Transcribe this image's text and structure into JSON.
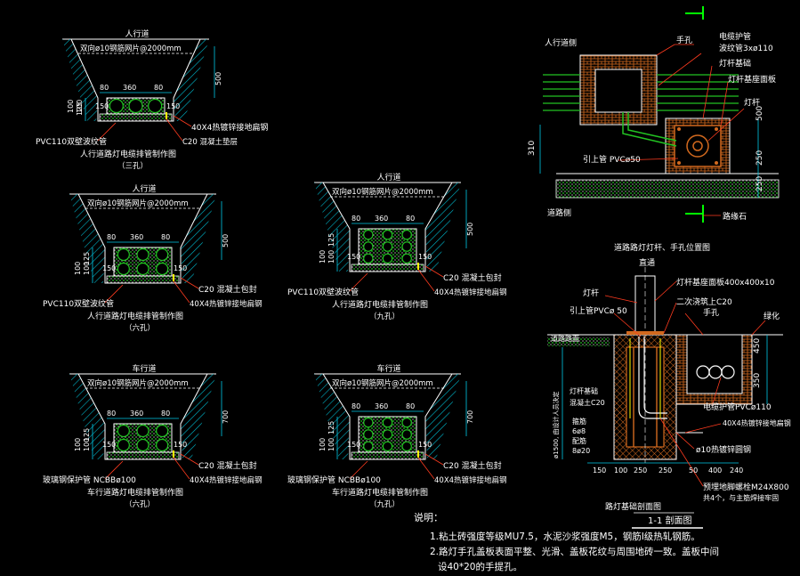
{
  "colors": {
    "background": "#000000",
    "line": "#ffffff",
    "hatch": "#00b4c8",
    "dim": "#00c8e6",
    "fill": "#d2691e",
    "concrete": "#22c322",
    "road": "#2ad12a",
    "label": "#ffffff",
    "leader": "#ff3b1f",
    "accent": "#ffff00"
  },
  "sections": [
    {
      "top_label": "人行道",
      "mesh_label": "双向ø10钢筋网片@2000mm",
      "dims_top": [
        "80",
        "360",
        "80"
      ],
      "dim_side_right": "500",
      "dims_left": [
        "125",
        "100",
        "100"
      ],
      "left_extra": "150",
      "right_extra": "150",
      "note_right_1": "40X4热镀锌接地扁钢",
      "note_right_2": "C20  混凝土垫层",
      "note_left": "PVC110双壁波纹管",
      "title": "人行道路灯电缆排管制作图",
      "holes": "（三孔）"
    },
    {
      "top_label": "人行道",
      "mesh_label": "双向ø10钢筋网片@2000mm",
      "dims_top": [
        "80",
        "360",
        "80"
      ],
      "dim_side_right": "500",
      "dims_left": [
        "125",
        "100",
        "100"
      ],
      "left_extra": "150",
      "right_extra": "150",
      "note_right_1": "C20  混凝土包封",
      "note_right_2": "40X4热镀锌接地扁钢",
      "note_left": "PVC110双壁波纹管",
      "title": "人行道路灯电缆排管制作图",
      "holes": "（六孔）"
    },
    {
      "top_label": "人行道",
      "mesh_label": "双向ø10钢筋网片@2000mm",
      "dims_top": [
        "80",
        "360",
        "80"
      ],
      "dim_side_right": "500",
      "dims_left": [
        "125",
        "100",
        "100"
      ],
      "left_extra": "150",
      "right_extra": "150",
      "note_right_1": "C20  混凝土包封",
      "note_right_2": "40X4热镀锌接地扁钢",
      "note_left": "PVC110双壁波纹管",
      "title": "人行道路灯电缆排管制作图",
      "holes": "（九孔）"
    },
    {
      "top_label": "车行道",
      "mesh_label": "双向ø10钢筋网片@2000mm",
      "dims_top": [
        "80",
        "360",
        "80"
      ],
      "dim_side_right": "700",
      "dims_left": [
        "125",
        "100",
        "100"
      ],
      "left_extra": "150",
      "right_extra": "150",
      "note_right_1": "C20  混凝土包封",
      "note_right_2": "40X4热镀锌接地扁钢",
      "note_left": "玻璃钢保护管 NCBBø100",
      "title": "车行道路灯电缆排管制作图",
      "holes": "（六孔）"
    },
    {
      "top_label": "车行道",
      "mesh_label": "双向ø10钢筋网片@2000mm",
      "dims_top": [
        "80",
        "360",
        "80"
      ],
      "dim_side_right": "700",
      "dims_left": [
        "125",
        "100",
        "100"
      ],
      "left_extra": "150",
      "right_extra": "150",
      "note_right_1": "C20  混凝土包封",
      "note_right_2": "40X4热镀锌接地扁钢",
      "note_left": "玻璃钢保护管 NCBBø100",
      "title": "车行道路灯电缆排管制作图",
      "holes": "（九孔）"
    }
  ],
  "plan": {
    "label_sidewalk_side": "人行道侧",
    "label_handhole": "手孔",
    "label_cable_pipe": "电缆护管",
    "label_cable_pipe_spec": "波纹管3xø110",
    "label_lamp_foundation": "灯杆基础",
    "label_base_plate": "灯杆基座面板",
    "label_lamp_pole": "灯杆",
    "label_pipe_up": "引上管  PVCø50",
    "label_road_side": "道路侧",
    "label_curb": "路缘石",
    "dim_500": "500",
    "dim_250_a": "250",
    "dim_250_b": "250",
    "dim_310": "310",
    "title": "道路路灯灯杆、手孔位置图"
  },
  "elevation": {
    "label_straight": "直通",
    "label_lamp_pole": "灯杆",
    "label_base_plate": "灯杆基座面板400x400x10",
    "label_pipe_up": "引上管PVCø 50",
    "label_secondary_concrete": "二次浇筑上C20",
    "label_handhole": "手孔",
    "label_greenbelt": "绿化",
    "label_road_surface": "道路路面",
    "label_depth": "ø1500, 由设计人员决定",
    "label_foundation_concrete_1": "灯杆基础",
    "label_foundation_concrete_2": "混凝土C20",
    "label_stirrup_1": "箍筋",
    "label_stirrup_2": "6ø8",
    "label_main_bar_1": "配筋",
    "label_main_bar_2": "8ø20",
    "label_cable_pipe": "电缆护管PVCø110",
    "label_ground_flat": "40X4热镀锌接地扁钢",
    "label_ground_rod": "ø10热镀锌圆钢",
    "label_anchor_1": "预埋地脚螺栓M24X800",
    "label_anchor_2": "共4个，与主筋焊接牢固",
    "dims_bottom": [
      "150",
      "100",
      "250",
      "250",
      "50",
      "400",
      "240"
    ],
    "dim_450": "450",
    "dim_350": "350",
    "title_small": "路灯基础剖面图",
    "title_section": "1-1 剖面图"
  },
  "notes": {
    "heading": "说明：",
    "line1": "1.粘土砖强度等级MU7.5，水泥沙浆强度M5，钢筋I级热轧钢筋。",
    "line2": "2.路灯手孔盖板表面平整、光滑、盖板花纹与周围地砖一致。盖板中间",
    "line3": "设40*20的手提孔。"
  }
}
